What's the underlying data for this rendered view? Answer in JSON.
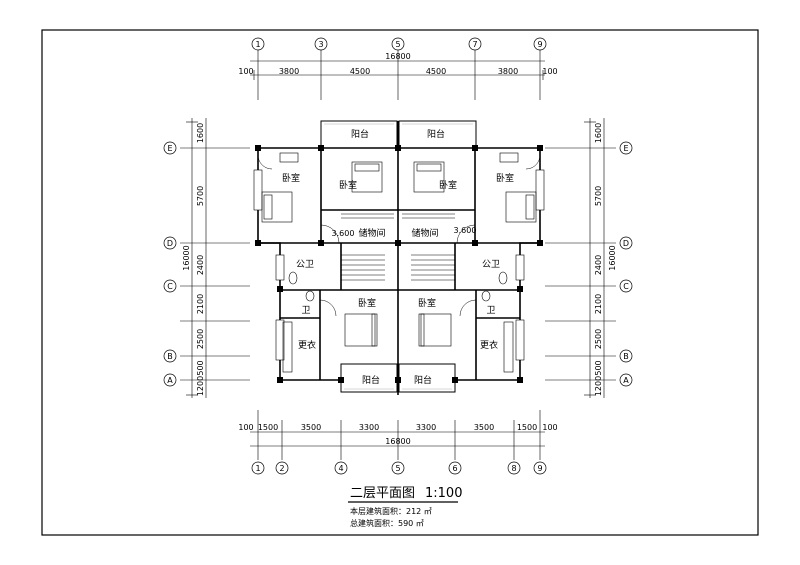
{
  "axis_labels": {
    "top": [
      "1",
      "3",
      "5",
      "7",
      "9"
    ],
    "bottom": [
      "1",
      "2",
      "4",
      "5",
      "6",
      "8",
      "9"
    ],
    "left": [
      "E",
      "D",
      "C",
      "B",
      "A"
    ],
    "right": [
      "E",
      "D",
      "C",
      "B",
      "A"
    ]
  },
  "dimensions": {
    "top_total": "16800",
    "top_segments": [
      "100",
      "3800",
      "4500",
      "4500",
      "3800",
      "100"
    ],
    "bottom_segments": [
      "100",
      "1500",
      "3500",
      "3300",
      "3300",
      "3500",
      "1500",
      "100"
    ],
    "bottom_total": "16800",
    "left_segments": [
      "1600",
      "5700",
      "2400",
      "2100",
      "2500",
      "500",
      "1200"
    ],
    "left_total": "16000",
    "right_segments": [
      "1600",
      "5700",
      "2400",
      "2100",
      "2500",
      "500",
      "1200"
    ],
    "right_total": "16000"
  },
  "rooms": {
    "balcony_top_left": "阳台",
    "balcony_top_right": "阳台",
    "bedroom_far_left": "卧室",
    "bedroom_inner_left": "卧室",
    "bedroom_inner_right": "卧室",
    "bedroom_far_right": "卧室",
    "storage_left": "储物间",
    "storage_right": "储物间",
    "elevation_left": "3.600",
    "elevation_right": "3.600",
    "public_bath_left": "公卫",
    "public_bath_right": "公卫",
    "bath_left": "卫",
    "bath_right": "卫",
    "bedroom_center_left": "卧室",
    "bedroom_center_right": "卧室",
    "dressing_left": "更衣",
    "dressing_right": "更衣",
    "balcony_bottom_left": "阳台",
    "balcony_bottom_right": "阳台"
  },
  "title": {
    "main": "二层平面图",
    "scale": "1:100",
    "floor_area": "本层建筑面积：212 ㎡",
    "total_area": "总建筑面积：590 ㎡"
  }
}
